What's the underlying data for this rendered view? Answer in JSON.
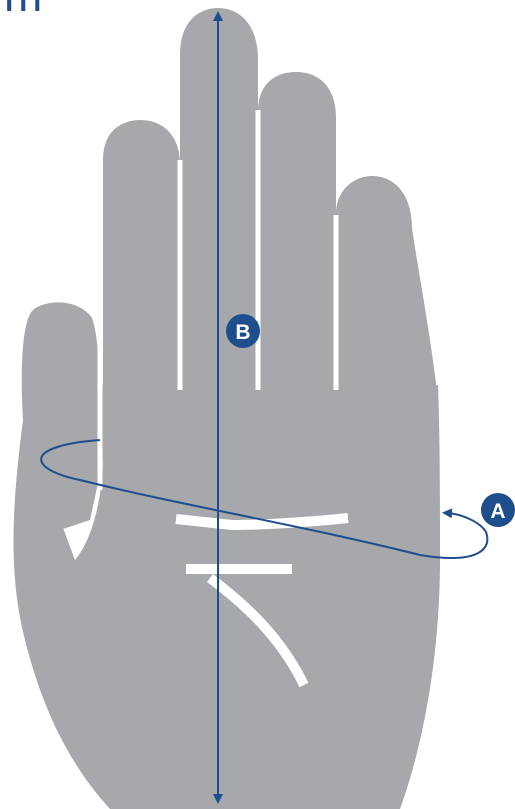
{
  "heading_fragment": "m",
  "labels": {
    "a": "A",
    "b": "B"
  },
  "colors": {
    "hand": "#a6a8ab",
    "palm_lines": "#ffffff",
    "measure_lines": "#1f4e8c",
    "badge_fill": "#1f4e8c",
    "badge_text": "#ffffff"
  }
}
